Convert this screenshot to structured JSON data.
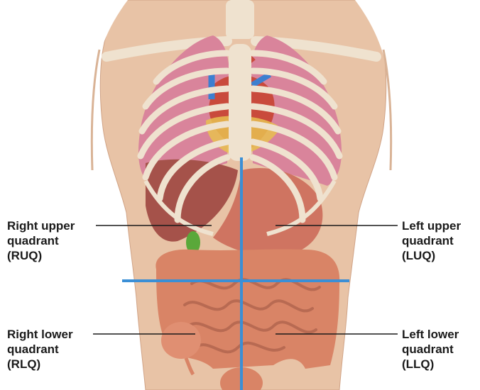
{
  "labels": {
    "ruq": {
      "line1": "Right upper",
      "line2": "quadrant",
      "line3": "(RUQ)"
    },
    "luq": {
      "line1": "Left upper",
      "line2": "quadrant",
      "line3": "(LUQ)"
    },
    "rlq": {
      "line1": "Right lower",
      "line2": "quadrant",
      "line3": "(RLQ)"
    },
    "llq": {
      "line1": "Left lower",
      "line2": "quadrant",
      "line3": "(LLQ)"
    }
  },
  "colors": {
    "quadrant_lines": "#3a8fd6",
    "leader_lines": "#1a1a1a",
    "skin": "#e8c3a6",
    "bone": "#efe2cf",
    "lung": "#d9849b",
    "intestine": "#d98466",
    "liver": "#a5524a",
    "stomach": "#cf7461",
    "gallbladder": "#5aa83a",
    "heart": "#c94a3c",
    "vessel_blue": "#3d7fd0"
  }
}
